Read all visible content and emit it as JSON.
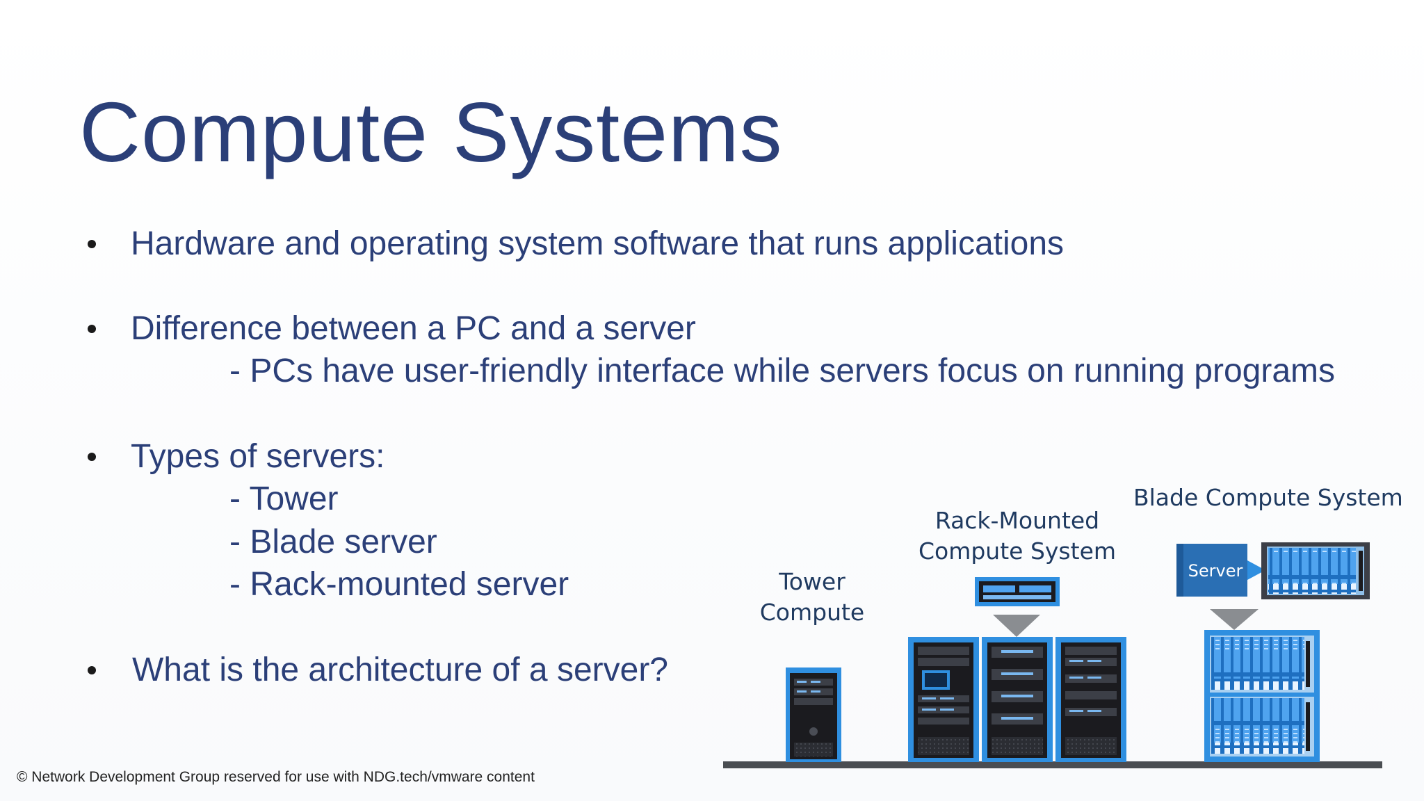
{
  "slide": {
    "title": "Compute Systems",
    "bullets": [
      {
        "text": "Hardware and operating system software that runs applications"
      },
      {
        "text": "Difference between a PC and a server",
        "subitems": [
          "- PCs have user-friendly interface while servers focus on running programs"
        ]
      },
      {
        "text": "Types of servers:",
        "subitems": [
          "- Tower",
          "- Blade server",
          "- Rack-mounted server"
        ]
      },
      {
        "text": "What is the architecture of a server?"
      }
    ],
    "footer": "© Network Development Group reserved for use with NDG.tech/vmware content"
  },
  "illustration": {
    "labels": {
      "tower_line1": "Tower",
      "tower_line2": "Compute",
      "rack_line1": "Rack-Mounted",
      "rack_line2": "Compute System",
      "blade": "Blade Compute System",
      "server_tag": "Server"
    },
    "colors": {
      "title": "#2b3f78",
      "body_text": "#2b3f78",
      "server_blue": "#2f8fe0",
      "server_dark": "#1b1b1f",
      "floor": "#4a4d52",
      "arrow": "#8a8d91"
    }
  }
}
